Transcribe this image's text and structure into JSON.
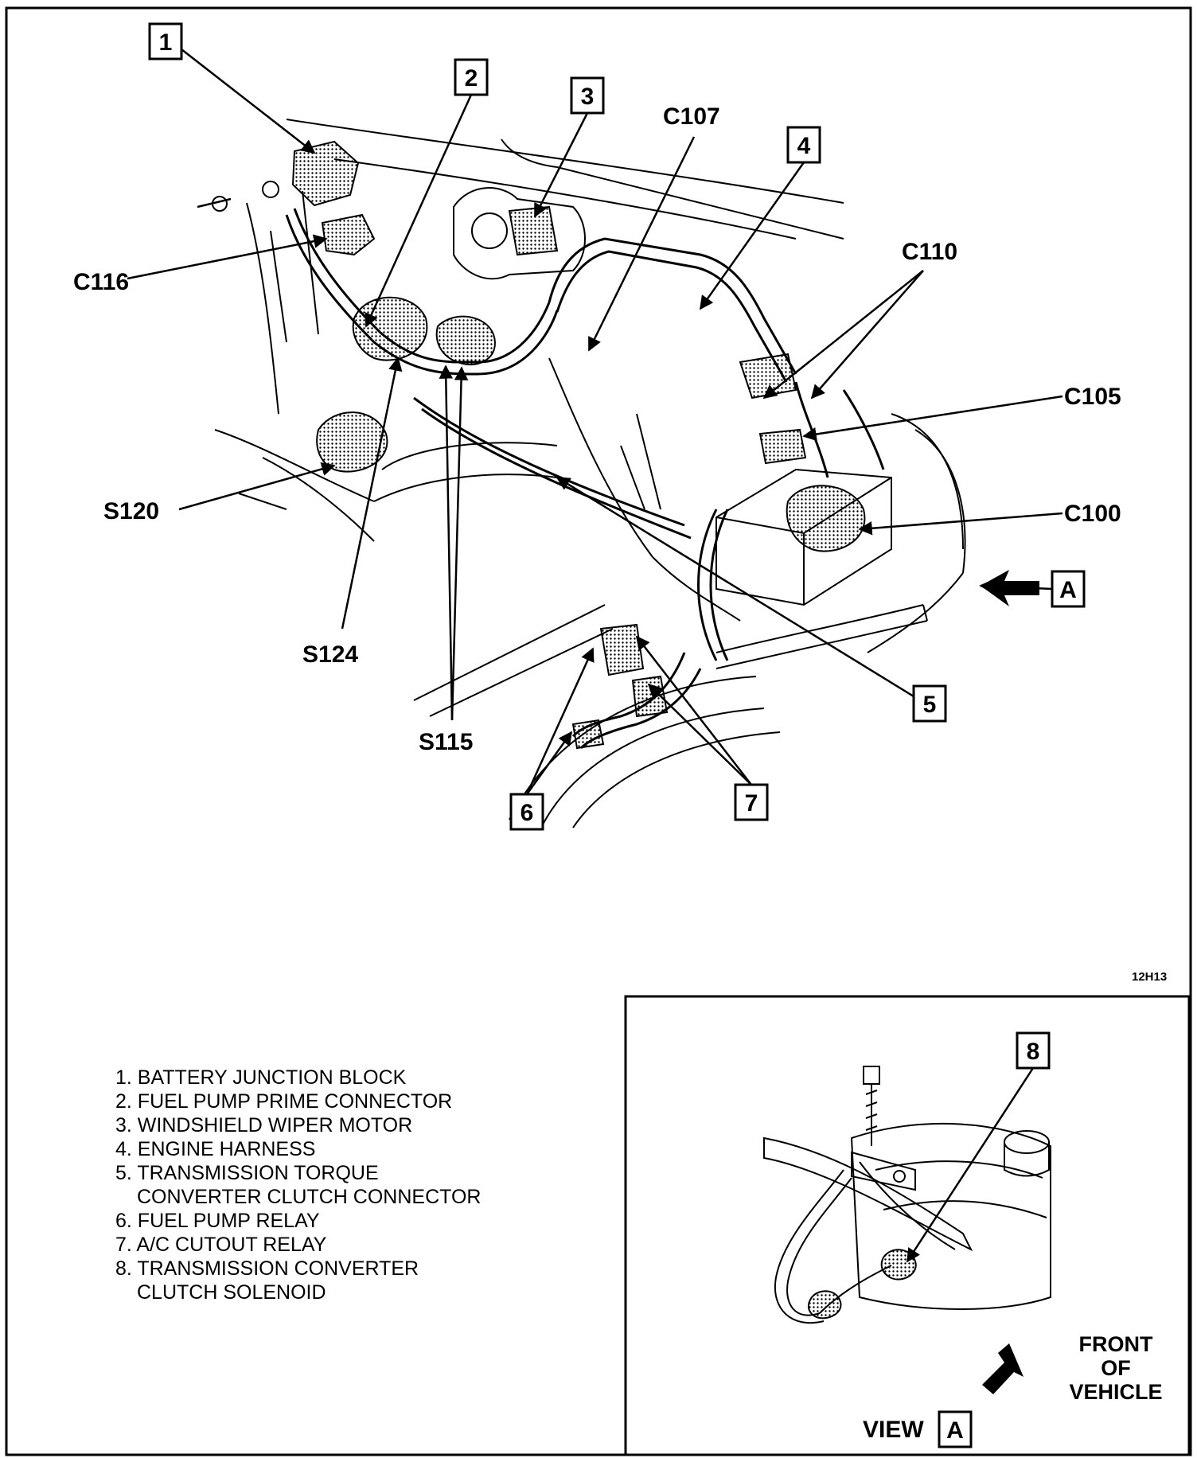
{
  "figure_code": "12H13",
  "callouts": [
    "1",
    "2",
    "3",
    "4",
    "5",
    "6",
    "7",
    "8",
    "A"
  ],
  "labels": {
    "c107": "C107",
    "c110": "C110",
    "c105": "C105",
    "c100": "C100",
    "c116": "C116",
    "s120": "S120",
    "s124": "S124",
    "s115": "S115"
  },
  "legend": [
    "1. BATTERY JUNCTION BLOCK",
    "2. FUEL PUMP PRIME CONNECTOR",
    "3. WINDSHIELD WIPER MOTOR",
    "4. ENGINE HARNESS",
    "5. TRANSMISSION TORQUE",
    "CONVERTER CLUTCH CONNECTOR",
    "6. FUEL PUMP RELAY",
    "7. A/C CUTOUT RELAY",
    "8. TRANSMISSION CONVERTER",
    "CLUTCH SOLENOID"
  ],
  "inset": {
    "view_label": "VIEW",
    "view_ref": "A",
    "front_lines": [
      "FRONT",
      "OF",
      "VEHICLE"
    ]
  }
}
